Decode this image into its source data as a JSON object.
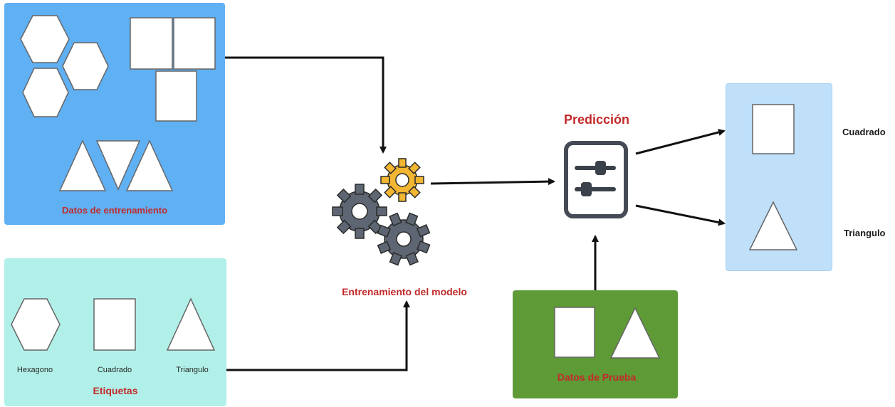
{
  "colors": {
    "training_box": "#60b0f4",
    "labels_box": "#b0f0e8",
    "test_box": "#5e9a36",
    "result_box": "#c0e0fa",
    "caption_red": "#c22a2a",
    "gear_yellow": "#f2b632",
    "gear_gray": "#5d6672",
    "arrow": "#111111"
  },
  "training": {
    "caption": "Datos de entrenamiento"
  },
  "labels": {
    "caption": "Etiquetas",
    "items": [
      "Hexagono",
      "Cuadrado",
      "Triangulo"
    ]
  },
  "model": {
    "caption": "Entrenamiento del modelo",
    "icon": "gears-icon"
  },
  "prediction": {
    "title": "Predicción",
    "icon": "sliders-icon"
  },
  "test": {
    "caption": "Datos de Prueba"
  },
  "outputs": [
    "Cuadrado",
    "Triangulo"
  ]
}
